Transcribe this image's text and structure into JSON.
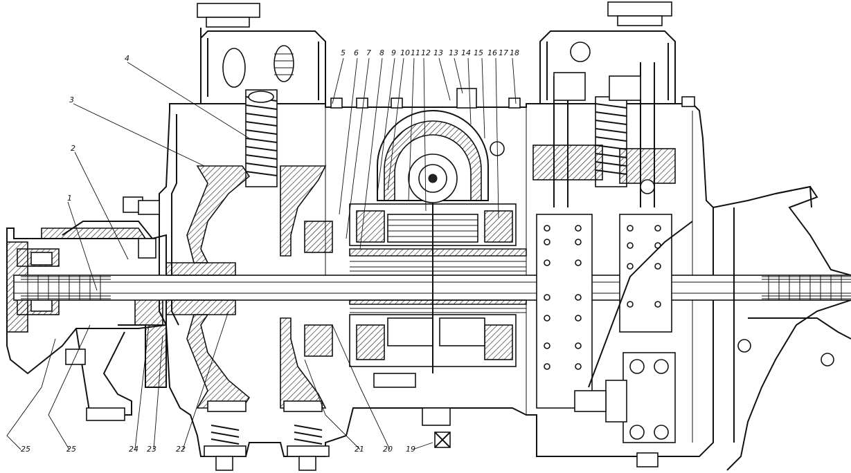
{
  "callouts": [
    {
      "id": "c1",
      "text": "1"
    },
    {
      "id": "c2",
      "text": "2"
    },
    {
      "id": "c3",
      "text": "3"
    },
    {
      "id": "c4",
      "text": "4"
    },
    {
      "id": "c5",
      "text": "5"
    },
    {
      "id": "c6",
      "text": "6"
    },
    {
      "id": "c7",
      "text": "7"
    },
    {
      "id": "c8",
      "text": "8"
    },
    {
      "id": "c9",
      "text": "9"
    },
    {
      "id": "c10",
      "text": "10"
    },
    {
      "id": "c11",
      "text": "11"
    },
    {
      "id": "c12",
      "text": "12"
    },
    {
      "id": "c13a",
      "text": "13"
    },
    {
      "id": "c13b",
      "text": "13"
    },
    {
      "id": "c14",
      "text": "14"
    },
    {
      "id": "c15",
      "text": "15"
    },
    {
      "id": "c16",
      "text": "16"
    },
    {
      "id": "c17",
      "text": "17"
    },
    {
      "id": "c18",
      "text": "18"
    },
    {
      "id": "c19",
      "text": "19"
    },
    {
      "id": "c20",
      "text": "20"
    },
    {
      "id": "c21",
      "text": "21"
    },
    {
      "id": "c22",
      "text": "22"
    },
    {
      "id": "c23",
      "text": "23"
    },
    {
      "id": "c24",
      "text": "24"
    },
    {
      "id": "c25a",
      "text": "25"
    },
    {
      "id": "c25b",
      "text": "25"
    }
  ]
}
